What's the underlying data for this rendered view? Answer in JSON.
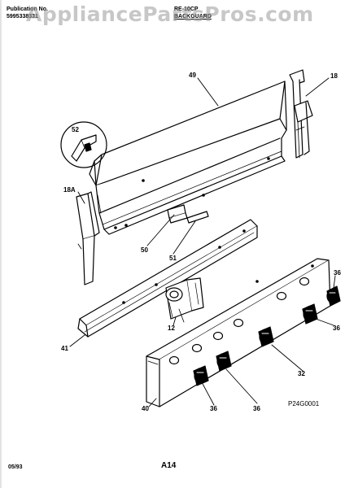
{
  "header": {
    "publication_label": "Publication No.",
    "publication_number": "5995338331",
    "model": "RE-10CP",
    "section": "BACKGUARD"
  },
  "watermark": "AppliancePartsPros.com",
  "part_labels": {
    "p49": "49",
    "p18": "18",
    "p52": "52",
    "p18A": "18A",
    "p50": "50",
    "p51": "51",
    "p41": "41",
    "p12": "12",
    "p36_top": "36",
    "p36_right": "36",
    "p32": "32",
    "p40": "40",
    "p36_bottom_a": "36",
    "p36_bottom_b": "36"
  },
  "figure_code": "P24G0001",
  "footer": {
    "date": "05/93",
    "page": "A14"
  }
}
